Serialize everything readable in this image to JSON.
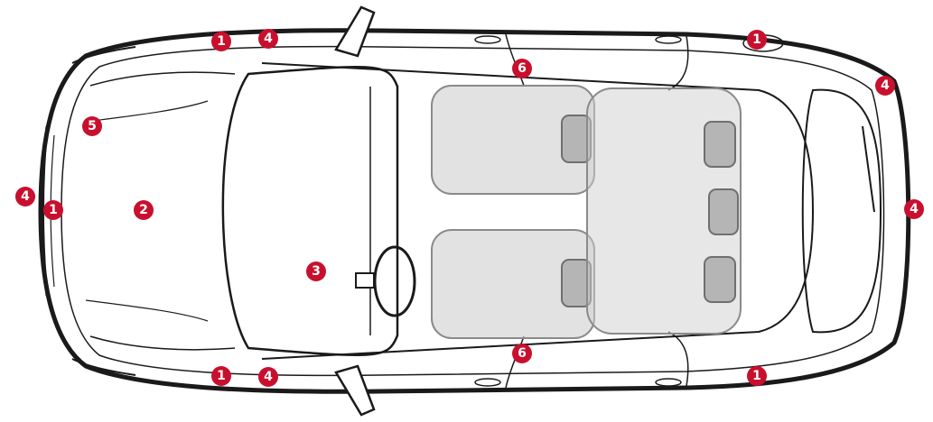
{
  "colors": {
    "outline": "#1a1a1a",
    "seat_fill": "#cfcfcf",
    "seat_stroke": "#8a8a8a",
    "marker": "#c8102e",
    "marker_text": "#ffffff",
    "background": "#ffffff"
  },
  "markers": [
    {
      "id": "m1a",
      "label": "1"
    },
    {
      "id": "m4a",
      "label": "4"
    },
    {
      "id": "m1b",
      "label": "1"
    },
    {
      "id": "m6a",
      "label": "6"
    },
    {
      "id": "m4b",
      "label": "4"
    },
    {
      "id": "m5",
      "label": "5"
    },
    {
      "id": "m4c",
      "label": "4"
    },
    {
      "id": "m1c",
      "label": "1"
    },
    {
      "id": "m2",
      "label": "2"
    },
    {
      "id": "m4d",
      "label": "4"
    },
    {
      "id": "m3",
      "label": "3"
    },
    {
      "id": "m6b",
      "label": "6"
    },
    {
      "id": "m1d",
      "label": "1"
    },
    {
      "id": "m4e",
      "label": "4"
    },
    {
      "id": "m1e",
      "label": "1"
    }
  ]
}
